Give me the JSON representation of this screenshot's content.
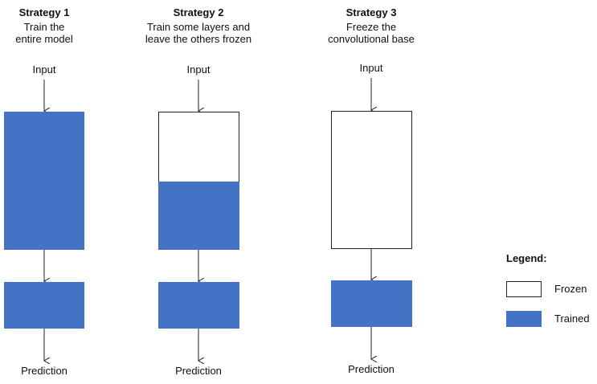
{
  "strategies": [
    {
      "title": "Strategy 1",
      "subtitle_line1": "Train the",
      "subtitle_line2": "entire model",
      "input": "Input",
      "output": "Prediction"
    },
    {
      "title": "Strategy 2",
      "subtitle_line1": "Train some layers and",
      "subtitle_line2": "leave the others frozen",
      "input": "Input",
      "output": "Prediction"
    },
    {
      "title": "Strategy 3",
      "subtitle_line1": "Freeze the",
      "subtitle_line2": "convolutional base",
      "input": "Input",
      "output": "Prediction"
    }
  ],
  "legend": {
    "title": "Legend:",
    "frozen": "Frozen",
    "trained": "Trained"
  },
  "colors": {
    "trained": "#4472c4",
    "frozen": "#ffffff",
    "stroke": "#222222"
  }
}
